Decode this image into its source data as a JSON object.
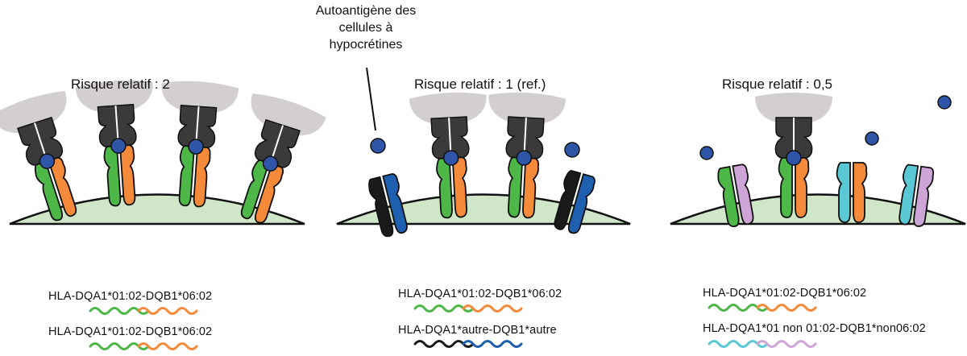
{
  "antigen_label": {
    "line1": "Autoantigène des",
    "line2": "cellules à",
    "line3": "hypocrétines"
  },
  "panels": [
    {
      "risk": "Risque relatif : 2",
      "genotypes": [
        {
          "label": "HLA-DQA1*01:02-DQB1*06:02",
          "colors": [
            "#4db848",
            "#f58a3a"
          ]
        },
        {
          "label": "HLA-DQA1*01:02-DQB1*06:02",
          "colors": [
            "#4db848",
            "#f58a3a"
          ]
        }
      ]
    },
    {
      "risk": "Risque relatif : 1 (ref.)",
      "genotypes": [
        {
          "label": "HLA-DQA1*01:02-DQB1*06:02",
          "colors": [
            "#4db848",
            "#f58a3a"
          ]
        },
        {
          "label": "HLA-DQA1*autre-DQB1*autre",
          "colors": [
            "#1a1a1a",
            "#1f5fb0"
          ]
        }
      ]
    },
    {
      "risk": "Risque relatif : 0,5",
      "genotypes": [
        {
          "label": "HLA-DQA1*01:02-DQB1*06:02",
          "colors": [
            "#4db848",
            "#f58a3a"
          ]
        },
        {
          "label": "HLA-DQA1*01 non 01:02-DQB1*non06:02",
          "colors": [
            "#5bc8d6",
            "#cda5d6"
          ]
        }
      ]
    }
  ],
  "colors": {
    "cell": "#cfe6c9",
    "tcr_cap": "#d3cfd0",
    "tcr_body": "#3a3a3a",
    "antigen": "#2f55a8",
    "dqa_0102": "#4db848",
    "dqb_0602": "#f58a3a",
    "dqa_other": "#1a1a1a",
    "dqb_other": "#1f5fb0",
    "dqa_non": "#5bc8d6",
    "dqb_non": "#cda5d6"
  }
}
